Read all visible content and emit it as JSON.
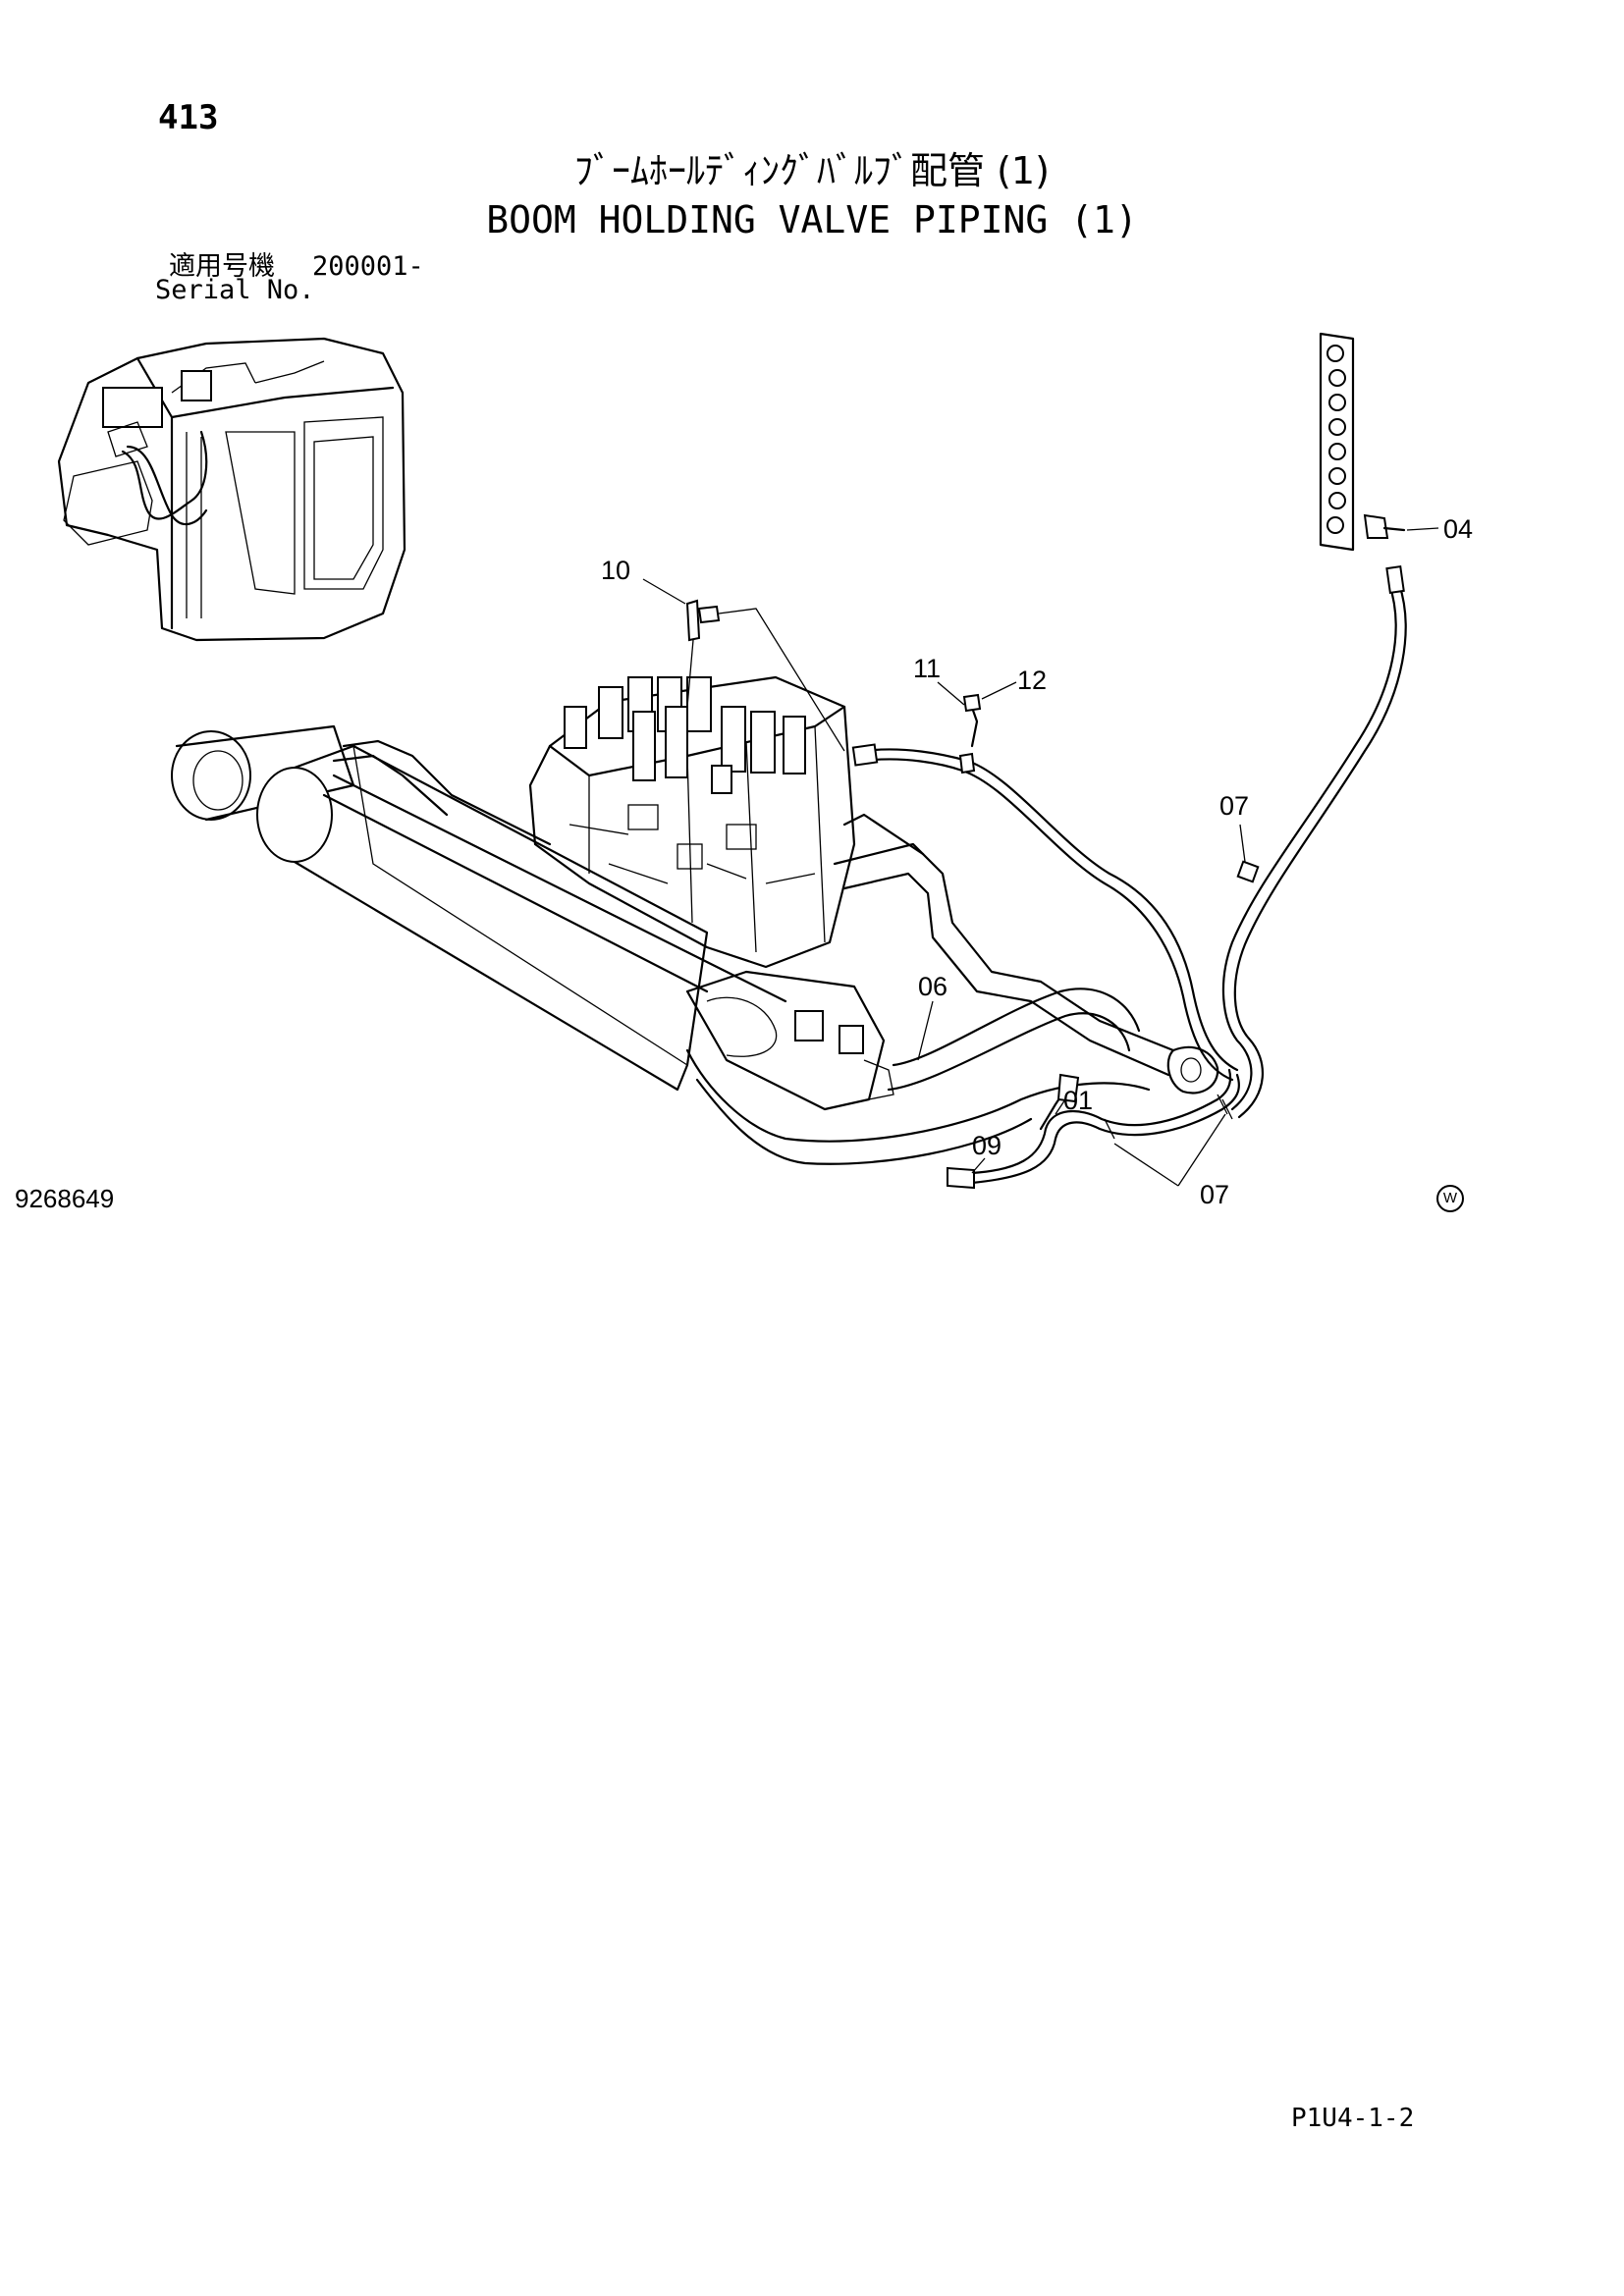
{
  "header": {
    "page_number": "413",
    "title_jp": "ﾌﾞｰﾑﾎｰﾙﾃﾞｨﾝｸﾞﾊﾞﾙﾌﾞ配管 (1)",
    "title_en": "BOOM HOLDING VALVE PIPING (1)",
    "serial_label_jp": "適用号機",
    "serial_value": "200001-",
    "serial_label_en": "Serial No."
  },
  "callouts": {
    "c04": "04",
    "c10": "10",
    "c11": "11",
    "c12": "12",
    "c07_top": "07",
    "c06": "06",
    "c01": "01",
    "c09": "09",
    "c07_bottom": "07"
  },
  "footer": {
    "drawing_number": "9268649",
    "mark": "W",
    "page_ref": "P1U4-1-2"
  }
}
